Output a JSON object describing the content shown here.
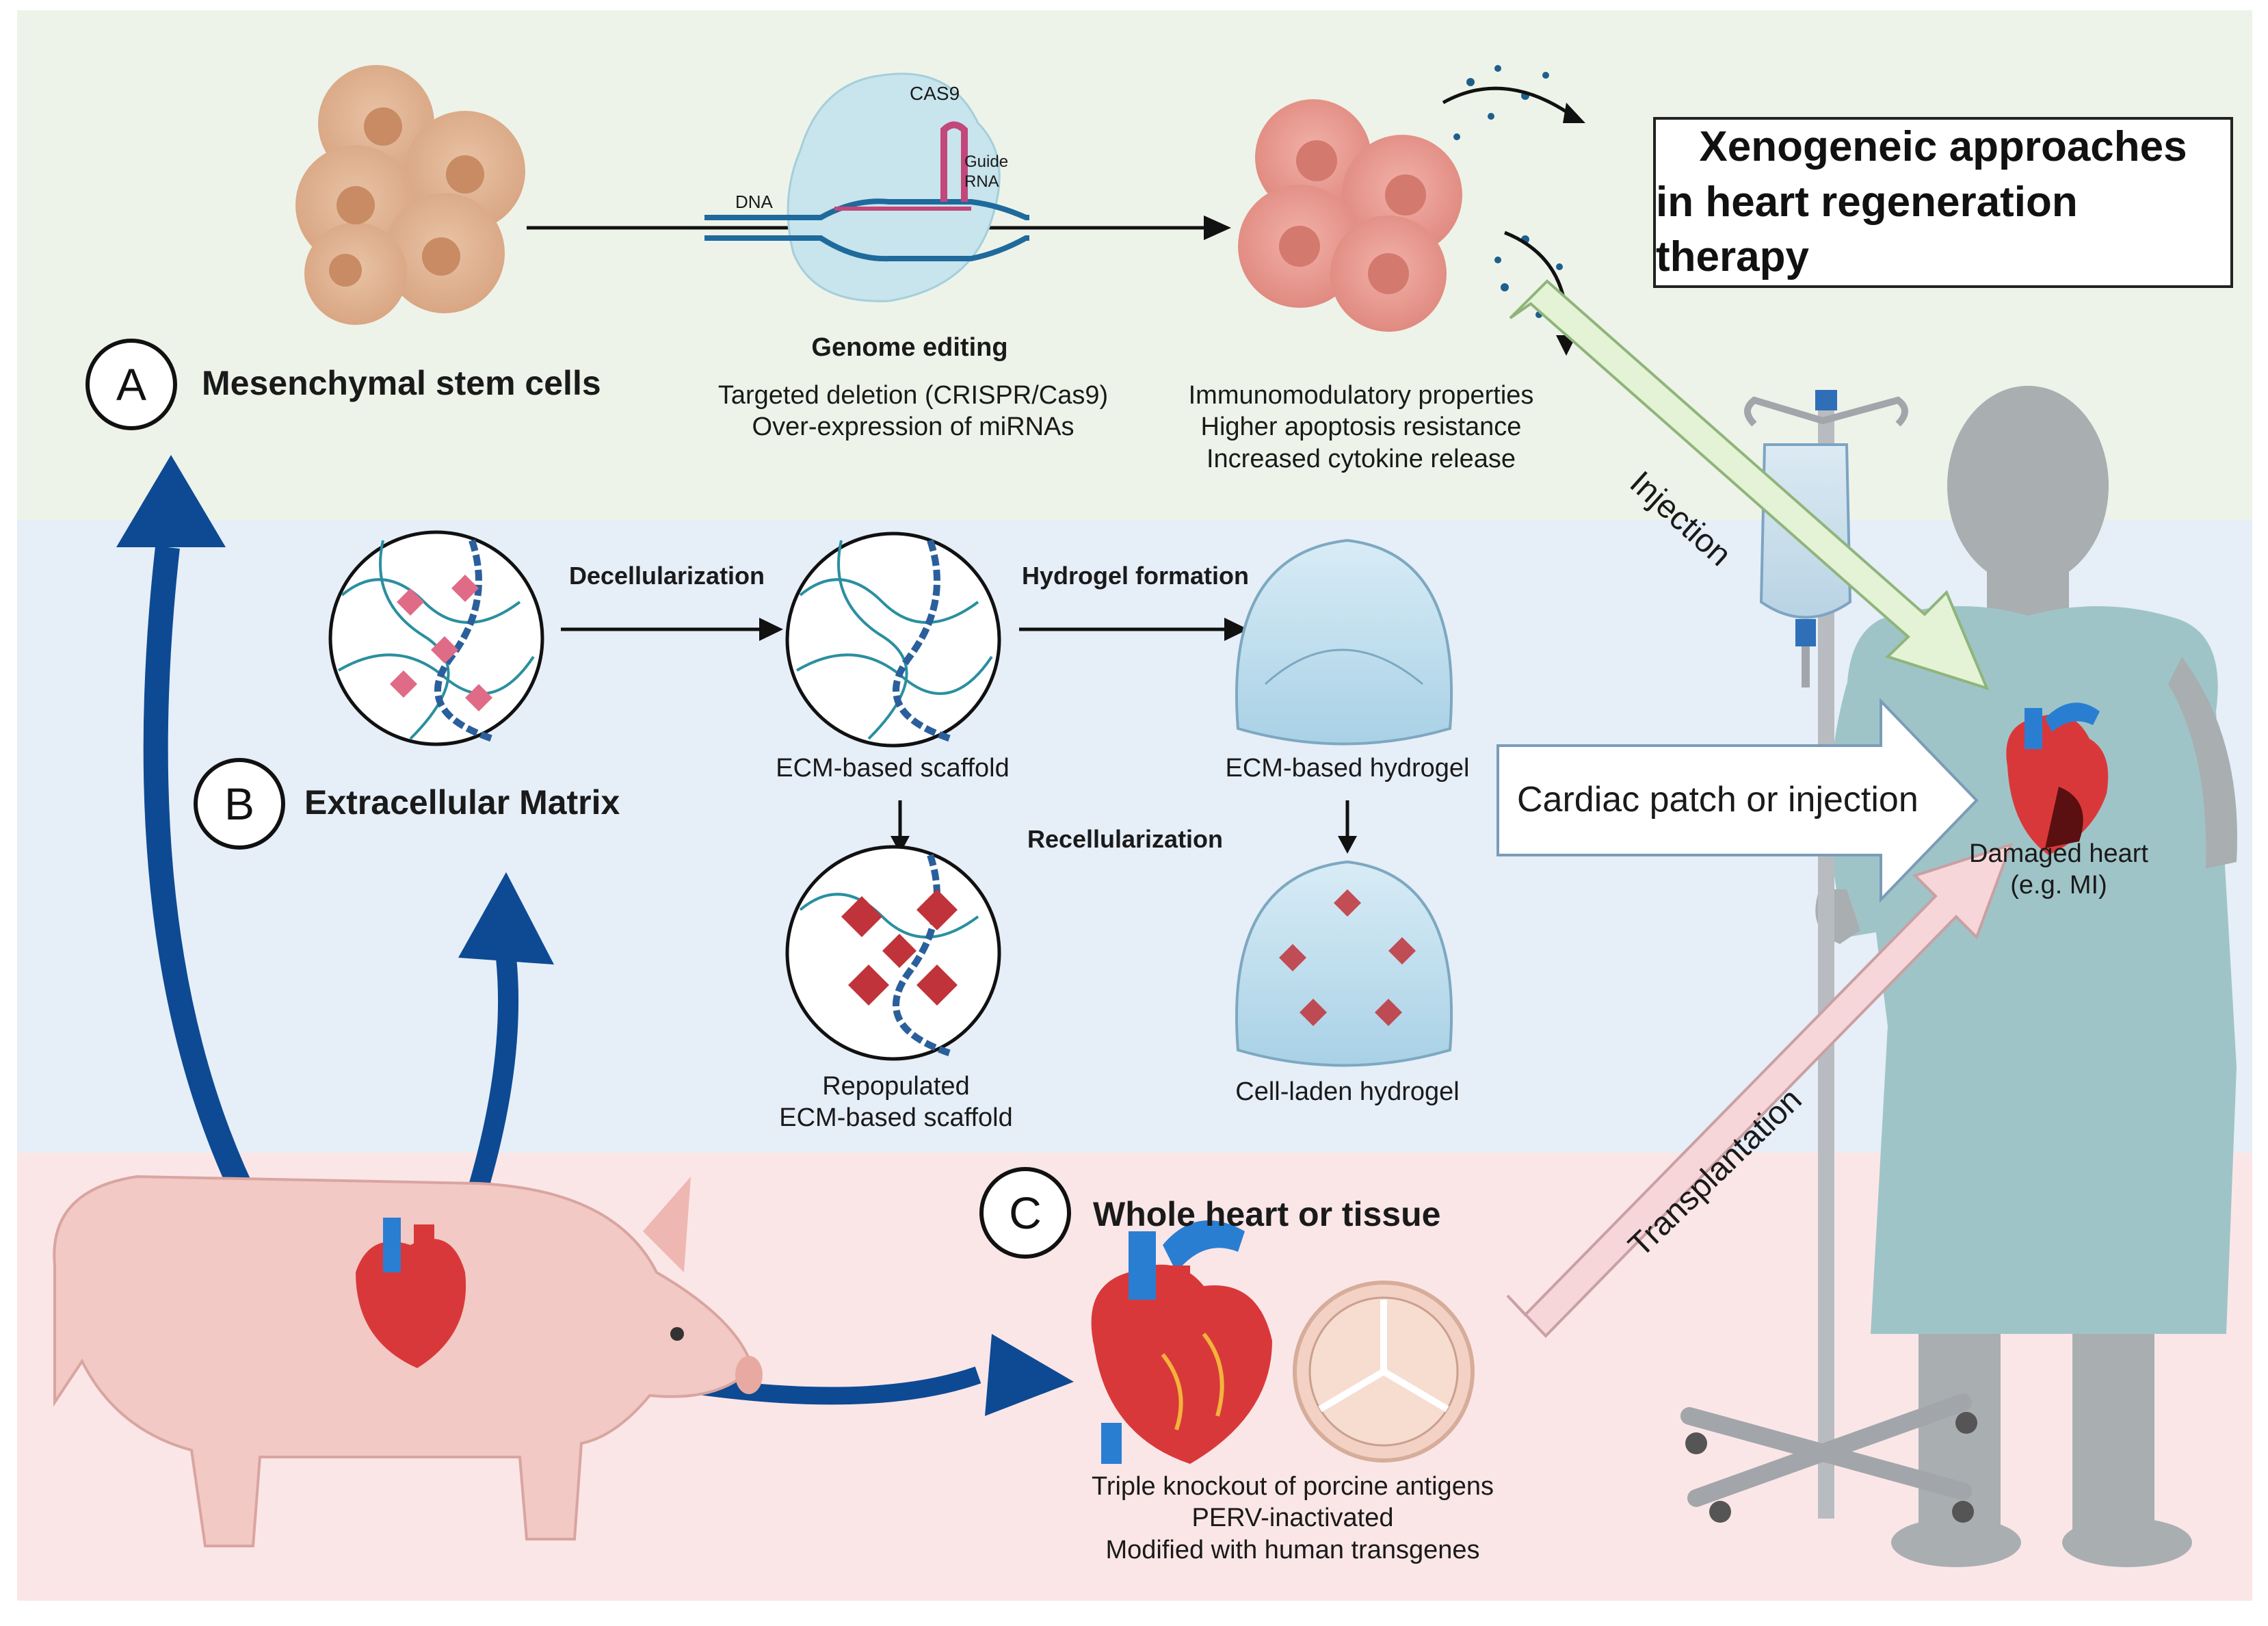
{
  "title": {
    "line1": "Xenogeneic approaches",
    "line2": "in heart regeneration therapy"
  },
  "sections": {
    "a": {
      "letter": "A",
      "label": "Mesenchymal stem cells"
    },
    "b": {
      "letter": "B",
      "label": "Extracellular Matrix"
    },
    "c": {
      "letter": "C",
      "label": "Whole heart or tissue"
    }
  },
  "genome": {
    "heading": "Genome editing",
    "lines": "Targeted deletion (CRISPR/Cas9)\nOver-expression of miRNAs",
    "cas9": "CAS9",
    "dna": "DNA",
    "guide_rna": "Guide\nRNA"
  },
  "msc_properties": "Immunomodulatory properties\nHigher apoptosis resistance\nIncreased cytokine release",
  "ecm": {
    "decellularization": "Decellularization",
    "hydrogel_formation": "Hydrogel formation",
    "recellularization": "Recellularization",
    "scaffold": "ECM-based scaffold",
    "hydrogel": "ECM-based hydrogel",
    "repopulated": "Repopulated\nECM-based scaffold",
    "cell_laden": "Cell-laden hydrogel"
  },
  "whole_heart_notes": "Triple knockout of porcine antigens\nPERV-inactivated\nModified with human transgenes",
  "arrows": {
    "injection": "Injection",
    "cardiac_patch": "Cardiac patch or injection",
    "transplantation": "Transplantation"
  },
  "damaged_heart": "Damaged heart\n(e.g. MI)",
  "colors": {
    "band_top": "#eef3e9",
    "band_middle": "#e6eef8",
    "band_bottom": "#fbe6e7",
    "arrow_blue": "#0d4a93",
    "injection_fill": "#e4f2d6",
    "transplant_fill": "#f6d6d8",
    "pig": "#f2c9c4",
    "patient": "#a9aeb1",
    "gown": "#9fc4c7"
  }
}
